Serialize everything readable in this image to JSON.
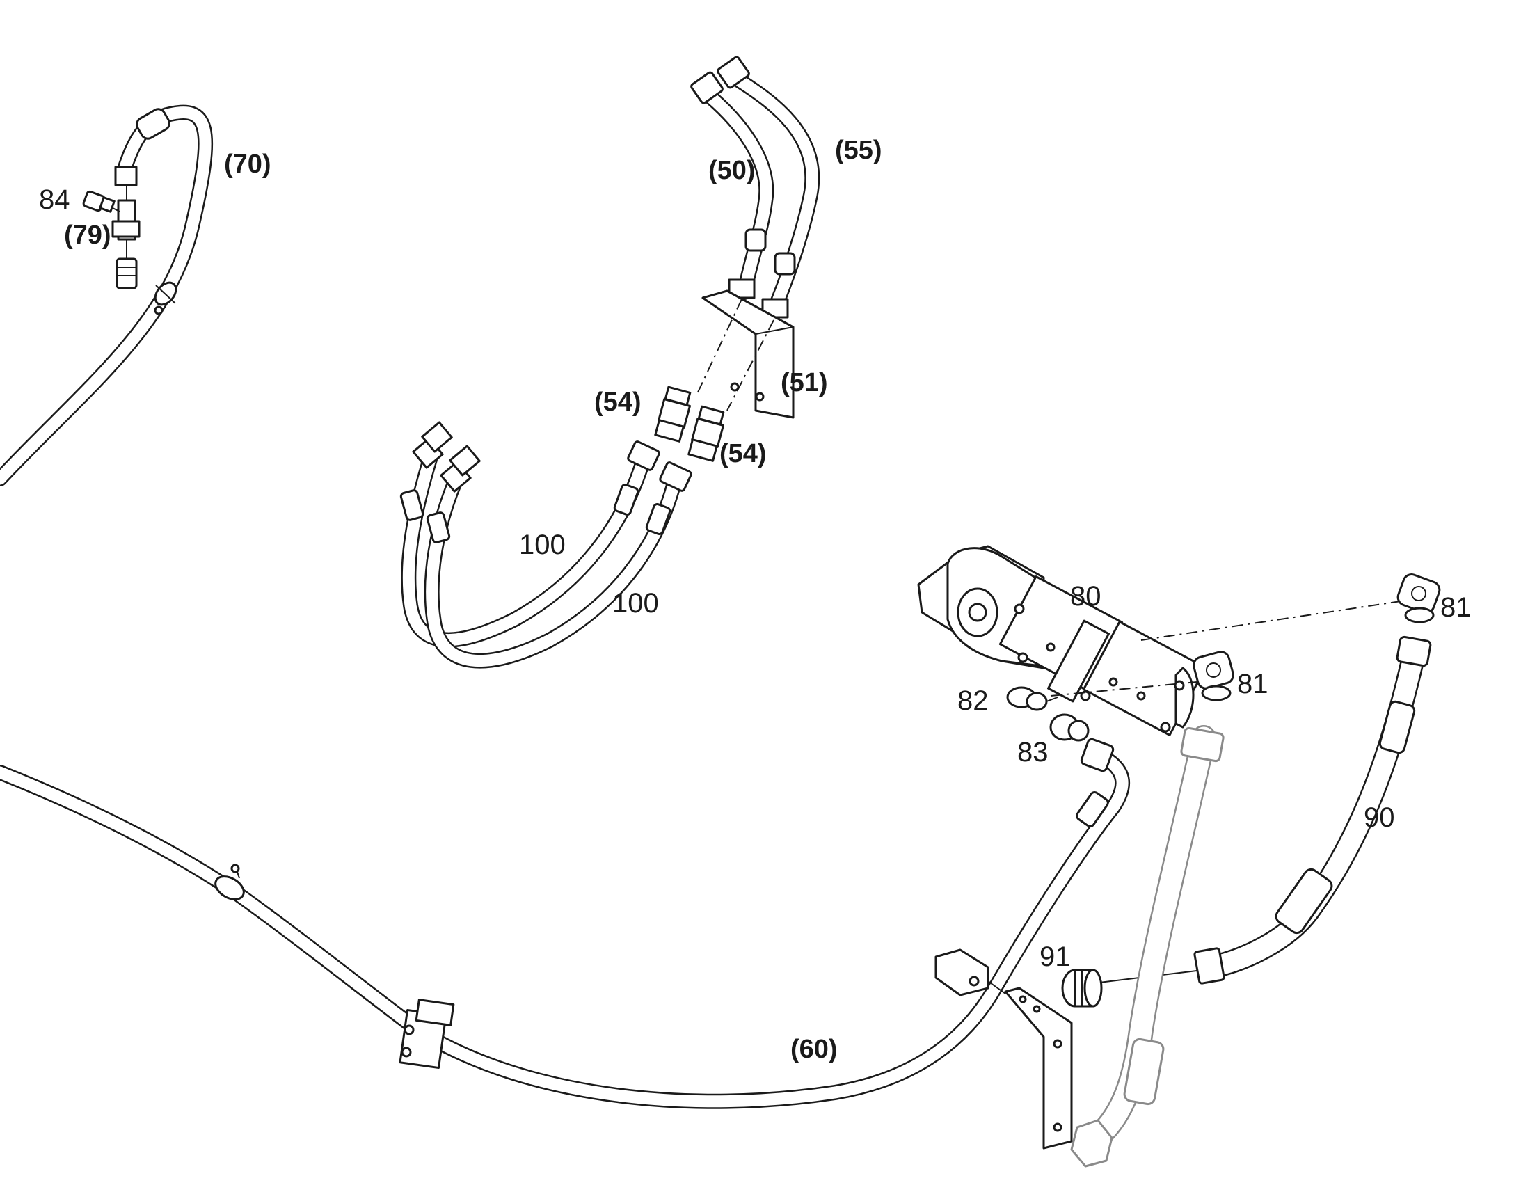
{
  "labels": {
    "l70": "(70)",
    "l84": "84",
    "l79": "(79)",
    "l50": "(50)",
    "l55": "(55)",
    "l51": "(51)",
    "l54a": "(54)",
    "l54b": "(54)",
    "l100a": "100",
    "l100b": "100",
    "l80": "80",
    "l81a": "81",
    "l81b": "81",
    "l82": "82",
    "l83": "83",
    "l90": "90",
    "l91": "91",
    "l60": "(60)"
  },
  "colors": {
    "line": "#1a1a1a",
    "ghost": "#8a8a8a",
    "background": "#ffffff"
  }
}
